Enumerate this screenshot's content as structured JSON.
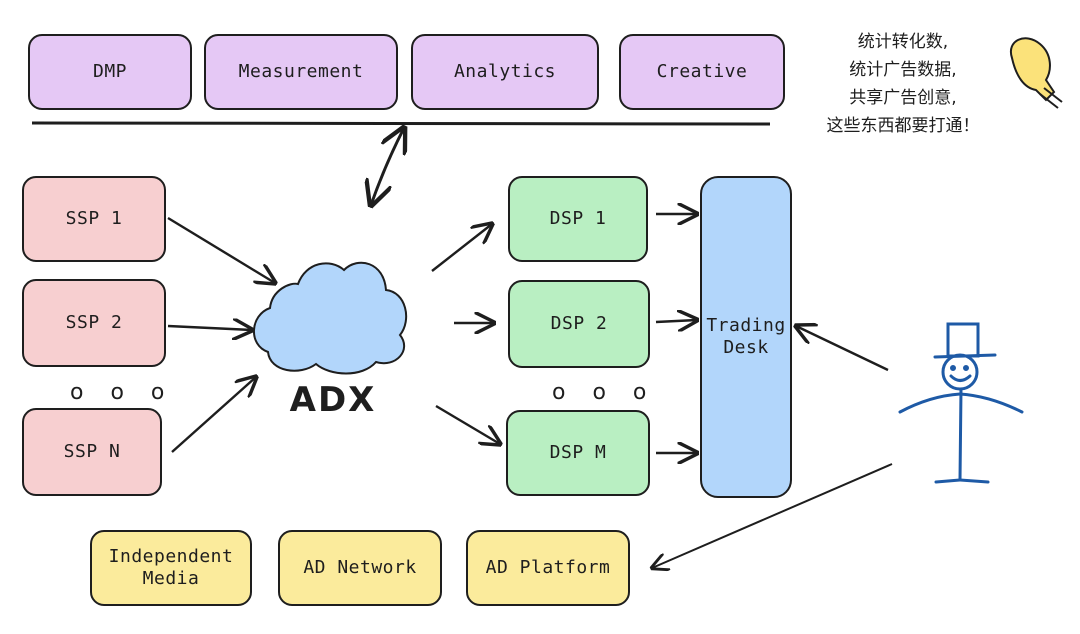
{
  "top_bar": {
    "items": [
      "DMP",
      "Measurement",
      "Analytics",
      "Creative"
    ]
  },
  "supply": {
    "items": [
      "SSP 1",
      "SSP 2",
      "SSP N"
    ],
    "ellipsis": "o o o"
  },
  "exchange": {
    "label": "ADX"
  },
  "demand": {
    "items": [
      "DSP 1",
      "DSP 2",
      "DSP M"
    ],
    "ellipsis": "o o o"
  },
  "trading_desk": {
    "label": "Trading\nDesk"
  },
  "bottom": {
    "items": [
      "Independent\nMedia",
      "AD Network",
      "AD Platform"
    ]
  },
  "note": {
    "lines": [
      "统计转化数,",
      "统计广告数据,",
      "共享广告创意,",
      "这些东西都要打通！"
    ]
  },
  "colors": {
    "purple": "#e5c8f5",
    "pink": "#f7cfd0",
    "green": "#b9efc2",
    "yellow": "#fbeb9c",
    "blue": "#b2d6fb",
    "figure_blue": "#1e5aa6"
  }
}
